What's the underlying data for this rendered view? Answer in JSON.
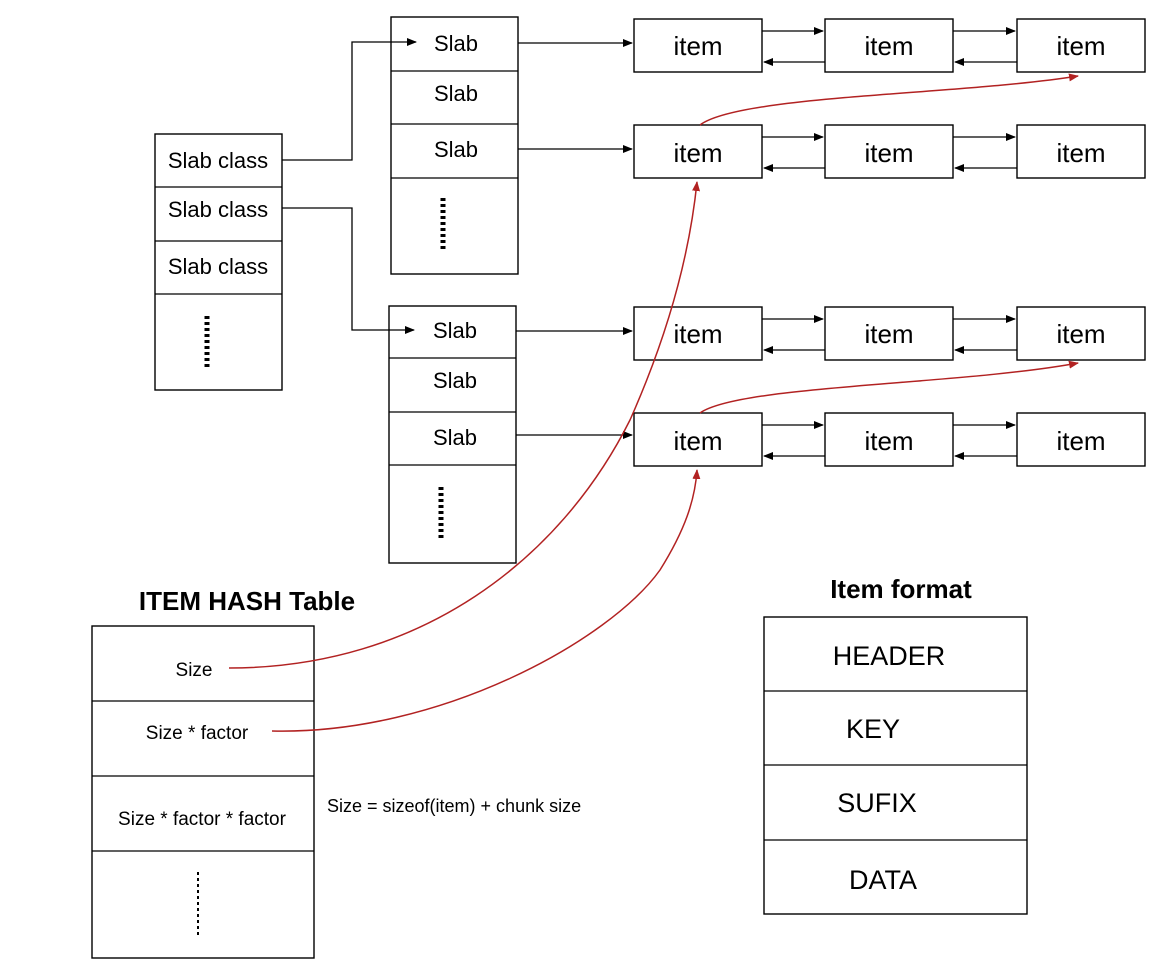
{
  "diagram": {
    "slab_classes": [
      "Slab class",
      "Slab class",
      "Slab class"
    ],
    "slab_groups": [
      {
        "slabs": [
          "Slab",
          "Slab",
          "Slab"
        ]
      },
      {
        "slabs": [
          "Slab",
          "Slab",
          "Slab"
        ]
      }
    ],
    "item_label": "item",
    "hash_table": {
      "title": "ITEM HASH Table",
      "rows": [
        "Size",
        "Size * factor",
        "Size * factor * factor"
      ]
    },
    "item_format": {
      "title": "Item format",
      "fields": [
        "HEADER",
        "KEY",
        "SUFIX",
        "DATA"
      ]
    },
    "formula": "Size = sizeof(item) + chunk size",
    "colors": {
      "lines": "#000000",
      "hash_links": "#b22222",
      "background": "#ffffff"
    }
  }
}
